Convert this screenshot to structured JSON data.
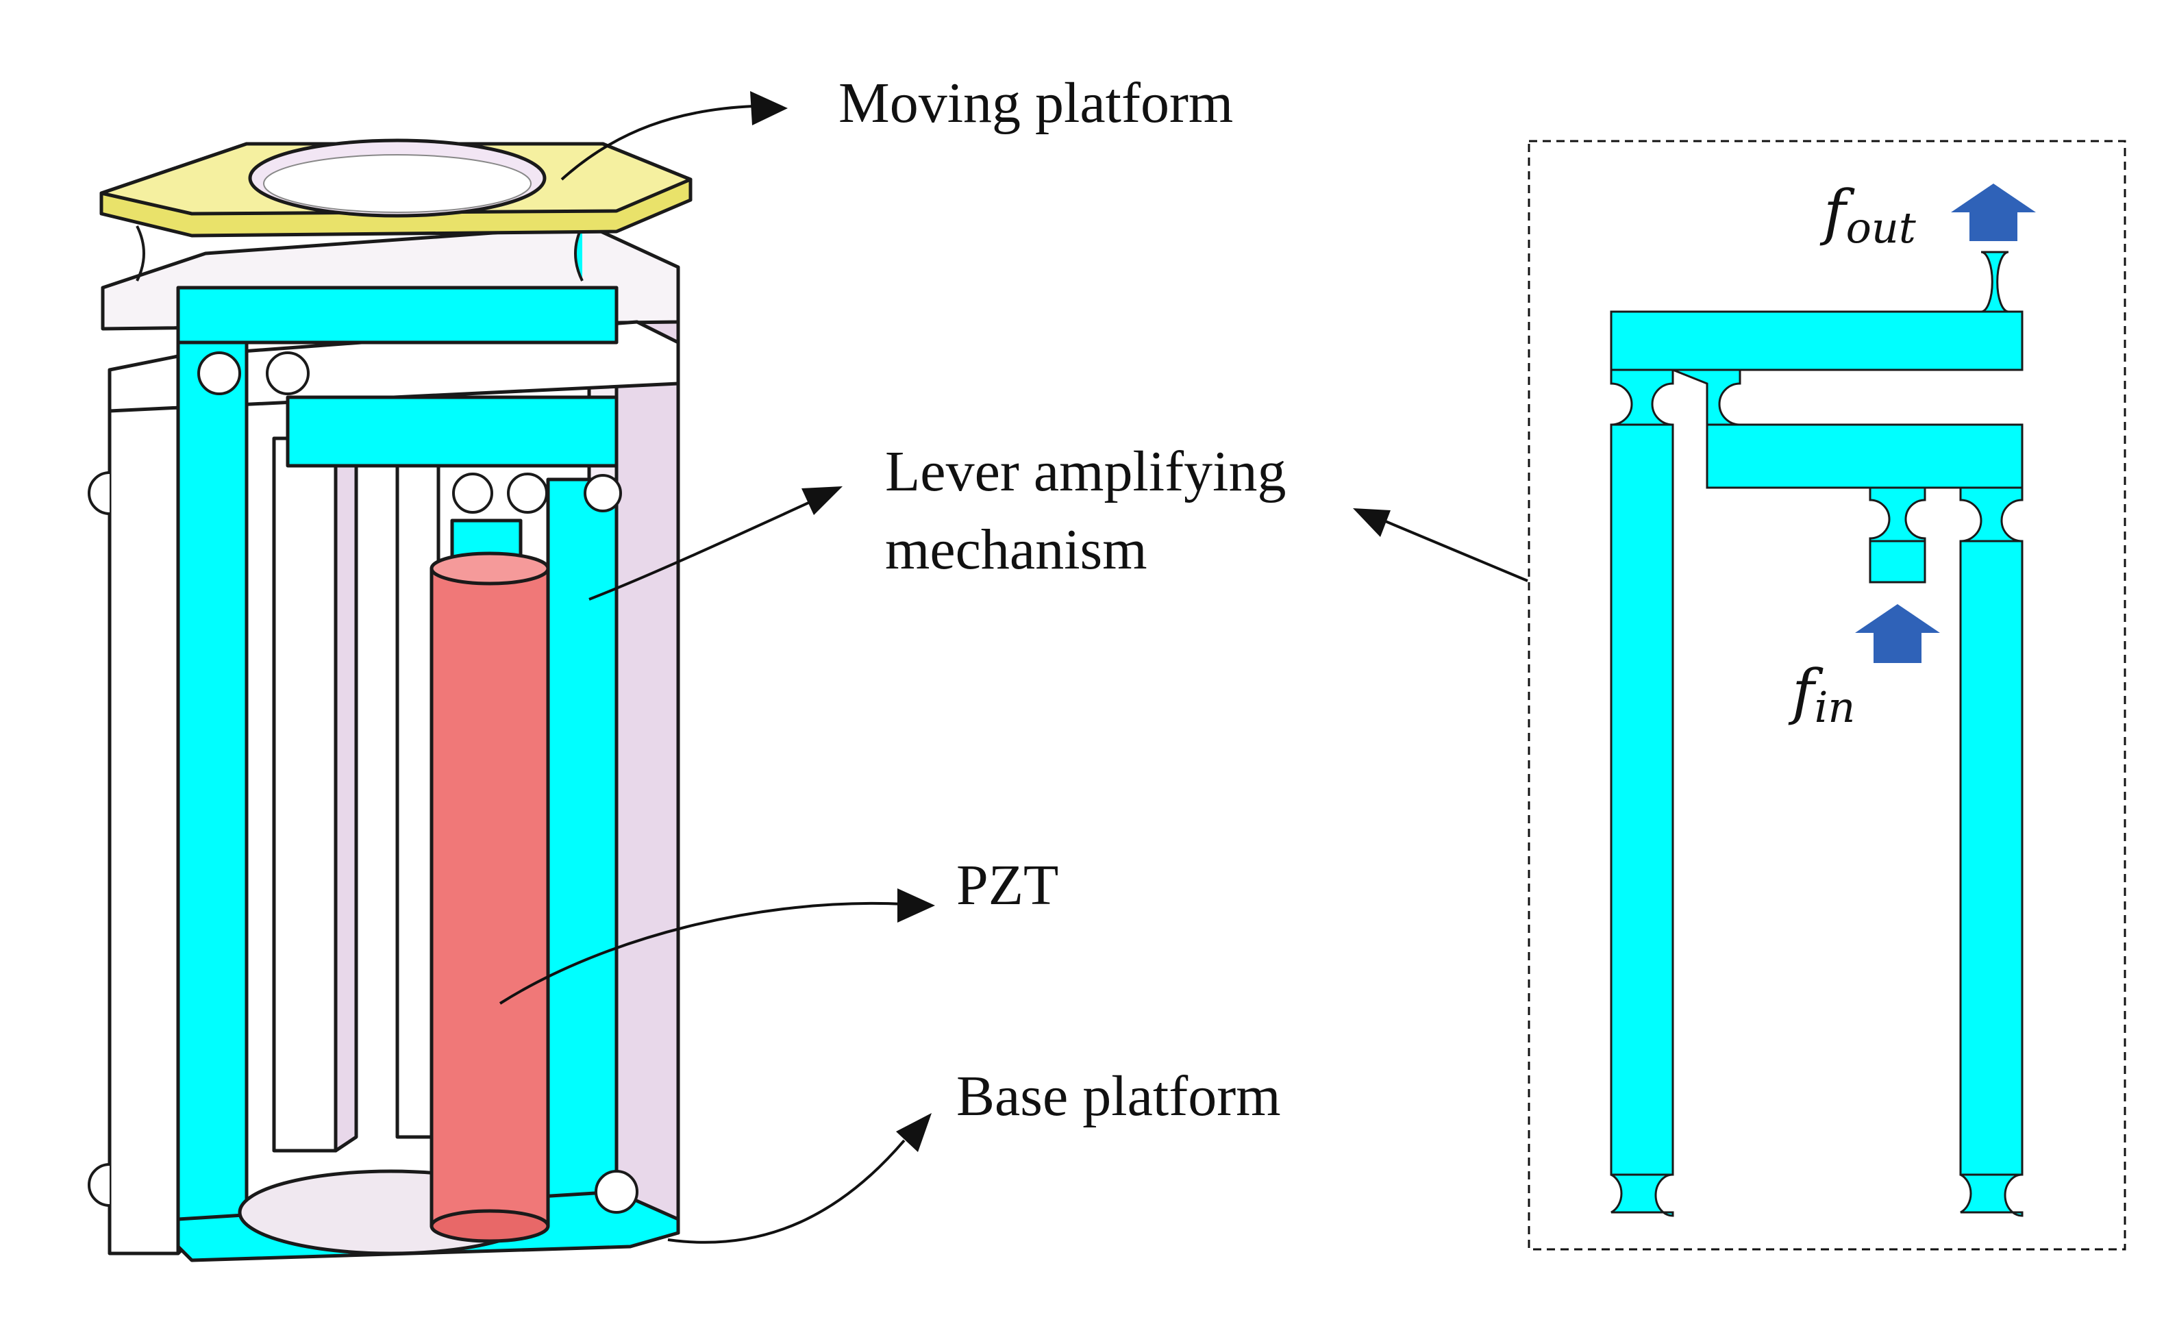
{
  "labels": {
    "moving_platform": "Moving platform",
    "lever_line1": "Lever amplifying",
    "lever_line2": "mechanism",
    "pzt": "PZT",
    "base_platform": "Base platform"
  },
  "forces": {
    "out_base": "f",
    "out_sub": "out",
    "in_base": "f",
    "in_sub": "in"
  },
  "colors": {
    "cyan": "#00ffff",
    "yellow": "#f5f0a0",
    "red_pzt": "#f07878",
    "arrow_blue": "#2f62b8",
    "lilac": "#e8d8ea"
  }
}
